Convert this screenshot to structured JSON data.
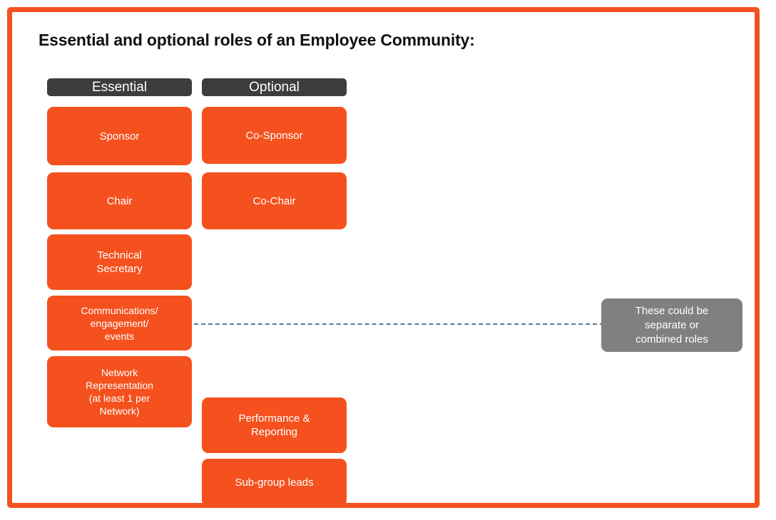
{
  "slide": {
    "title": "Essential and optional roles of an Employee Community:",
    "frame_color": "#f4511e",
    "box_color": "#f4511e",
    "chip_color": "#3d3d3b",
    "note_color": "#808080",
    "connector_color": "#5b768c"
  },
  "columns": {
    "essential": {
      "header": "Essential",
      "roles": [
        {
          "label": "Sponsor"
        },
        {
          "label": "Chair"
        },
        {
          "label": "Technical\nSecretary"
        },
        {
          "label": "Communications/\nengagement/\nevents"
        },
        {
          "label": "Network\nRepresentation\n(at least 1 per\nNetwork)"
        }
      ]
    },
    "optional": {
      "header": "Optional",
      "roles": [
        {
          "label": "Co-Sponsor"
        },
        {
          "label": "Co-Chair"
        },
        {
          "label": "Performance &\nReporting"
        },
        {
          "label": "Sub-group leads"
        }
      ]
    }
  },
  "note": {
    "text": "These could be\nseparate or\ncombined roles"
  }
}
